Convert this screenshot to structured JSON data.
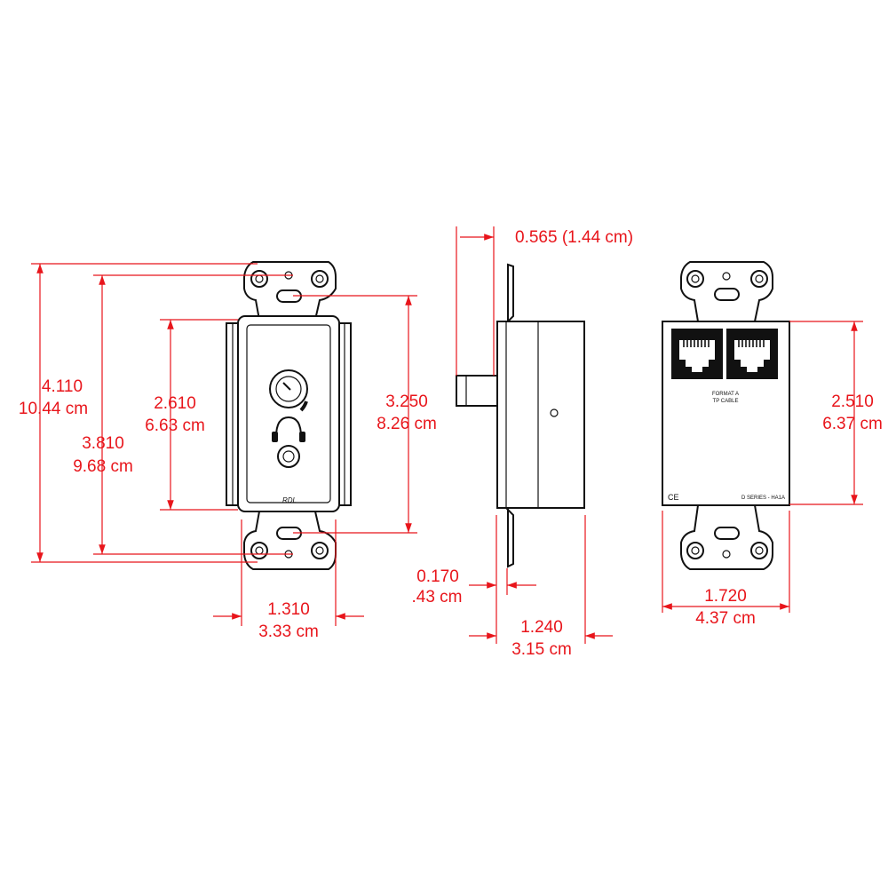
{
  "dimensions": {
    "front_overall_height": {
      "in": "4.110",
      "cm": "10.44 cm"
    },
    "front_mounting_height": {
      "in": "3.810",
      "cm": "9.68 cm"
    },
    "front_body_height": {
      "in": "2.610",
      "cm": "6.63 cm"
    },
    "front_plate_height": {
      "in": "3.250",
      "cm": "8.26 cm"
    },
    "front_width": {
      "in": "1.310",
      "cm": "3.33 cm"
    },
    "side_knob_depth": {
      "in": "0.565 (1.44 cm)"
    },
    "side_plate_thickness": {
      "in": "0.170",
      "cm": ".43 cm"
    },
    "side_depth": {
      "in": "1.240",
      "cm": "3.15 cm"
    },
    "back_body_height": {
      "in": "2.510",
      "cm": "6.37 cm"
    },
    "back_width": {
      "in": "1.720",
      "cm": "4.37 cm"
    }
  },
  "labels": {
    "front_logo": "RDL",
    "back_format": "FORMAT A",
    "back_cable": "TP CABLE",
    "back_ce": "CE",
    "back_model": "D SERIES - HA1A"
  },
  "colors": {
    "dimension": "#e8151b",
    "outline": "#111111"
  }
}
